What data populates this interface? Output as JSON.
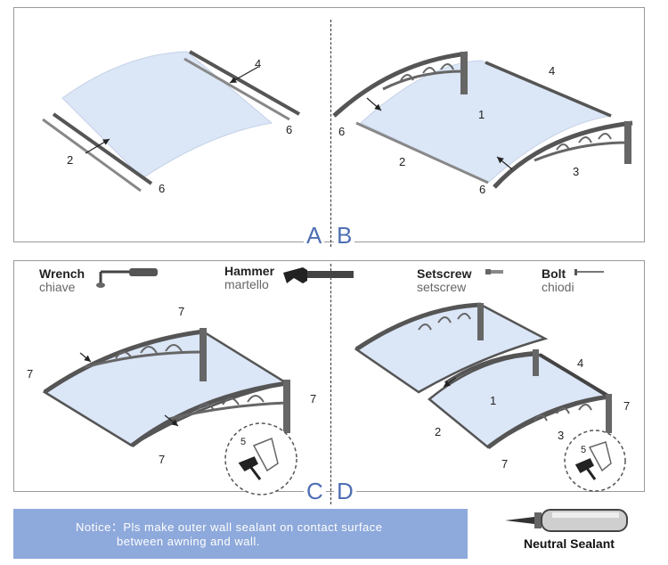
{
  "steps": {
    "a": "A",
    "b": "B",
    "c": "C",
    "d": "D"
  },
  "part_labels": {
    "a_4": "4",
    "a_6_top": "6",
    "a_2": "2",
    "a_6_bottom": "6",
    "b_4": "4",
    "b_1": "1",
    "b_6_left": "6",
    "b_2": "2",
    "b_3": "3",
    "b_6_bottom": "6",
    "c_7_top": "7",
    "c_7_left": "7",
    "c_7_right": "7",
    "c_7_bottom": "7",
    "c_5": "5",
    "d_4": "4",
    "d_1": "1",
    "d_2": "2",
    "d_3": "3",
    "d_7_right": "7",
    "d_7_bottom": "7",
    "d_5": "5"
  },
  "tools": {
    "wrench": {
      "en": "Wrench",
      "it": "chiave"
    },
    "hammer": {
      "en": "Hammer",
      "it": "martello"
    },
    "setscrew": {
      "en": "Setscrew",
      "it": "setscrew"
    },
    "bolt": {
      "en": "Bolt",
      "it": "chiodi"
    }
  },
  "notice": {
    "line1": "Notice：Pls make outer wall sealant on contact surface",
    "line2": "between awning and wall."
  },
  "sealant": {
    "label": "Neutral Sealant"
  },
  "colors": {
    "panel": "#dbe6f7",
    "frame": "#555555",
    "accent": "#4f6fb3",
    "notice_bg": "#8ea9db"
  }
}
